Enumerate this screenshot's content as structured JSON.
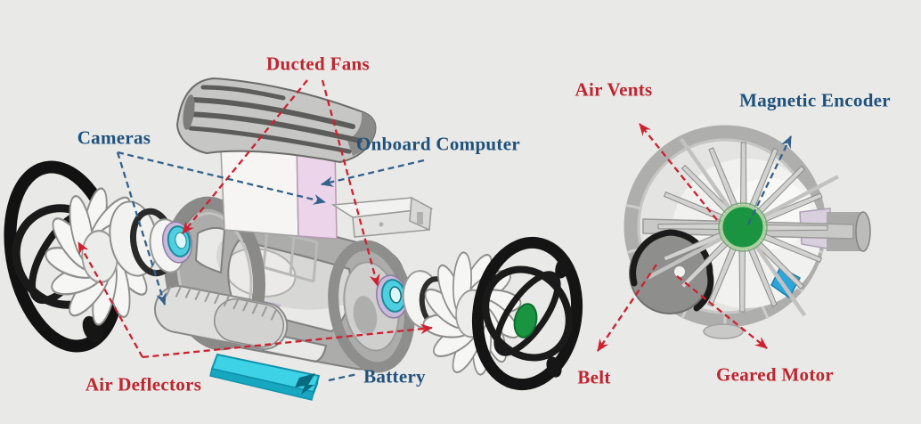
{
  "figure": {
    "labels": {
      "ducted_fans": "Ducted Fans",
      "cameras": "Cameras",
      "onboard_computer": "Onboard Computer",
      "air_deflectors": "Air Deflectors",
      "battery": "Battery",
      "air_vents": "Air Vents",
      "magnetic_encoder": "Magnetic Encoder",
      "belt": "Belt",
      "geared_motor": "Geared Motor"
    },
    "colors": {
      "background": "#e9e9e7",
      "red_label": "#c0242e",
      "blue_label": "#20517d",
      "red_line": "#cf2130",
      "blue_line": "#33618c",
      "battery_cyan": "#3ed2e6",
      "hub_cyan": "#4ecfe0",
      "wheel_hub_green": "#1a9440",
      "encoder_patch_blue": "#2aa6da",
      "computer_panel_pink": "#ecd4ea"
    }
  }
}
